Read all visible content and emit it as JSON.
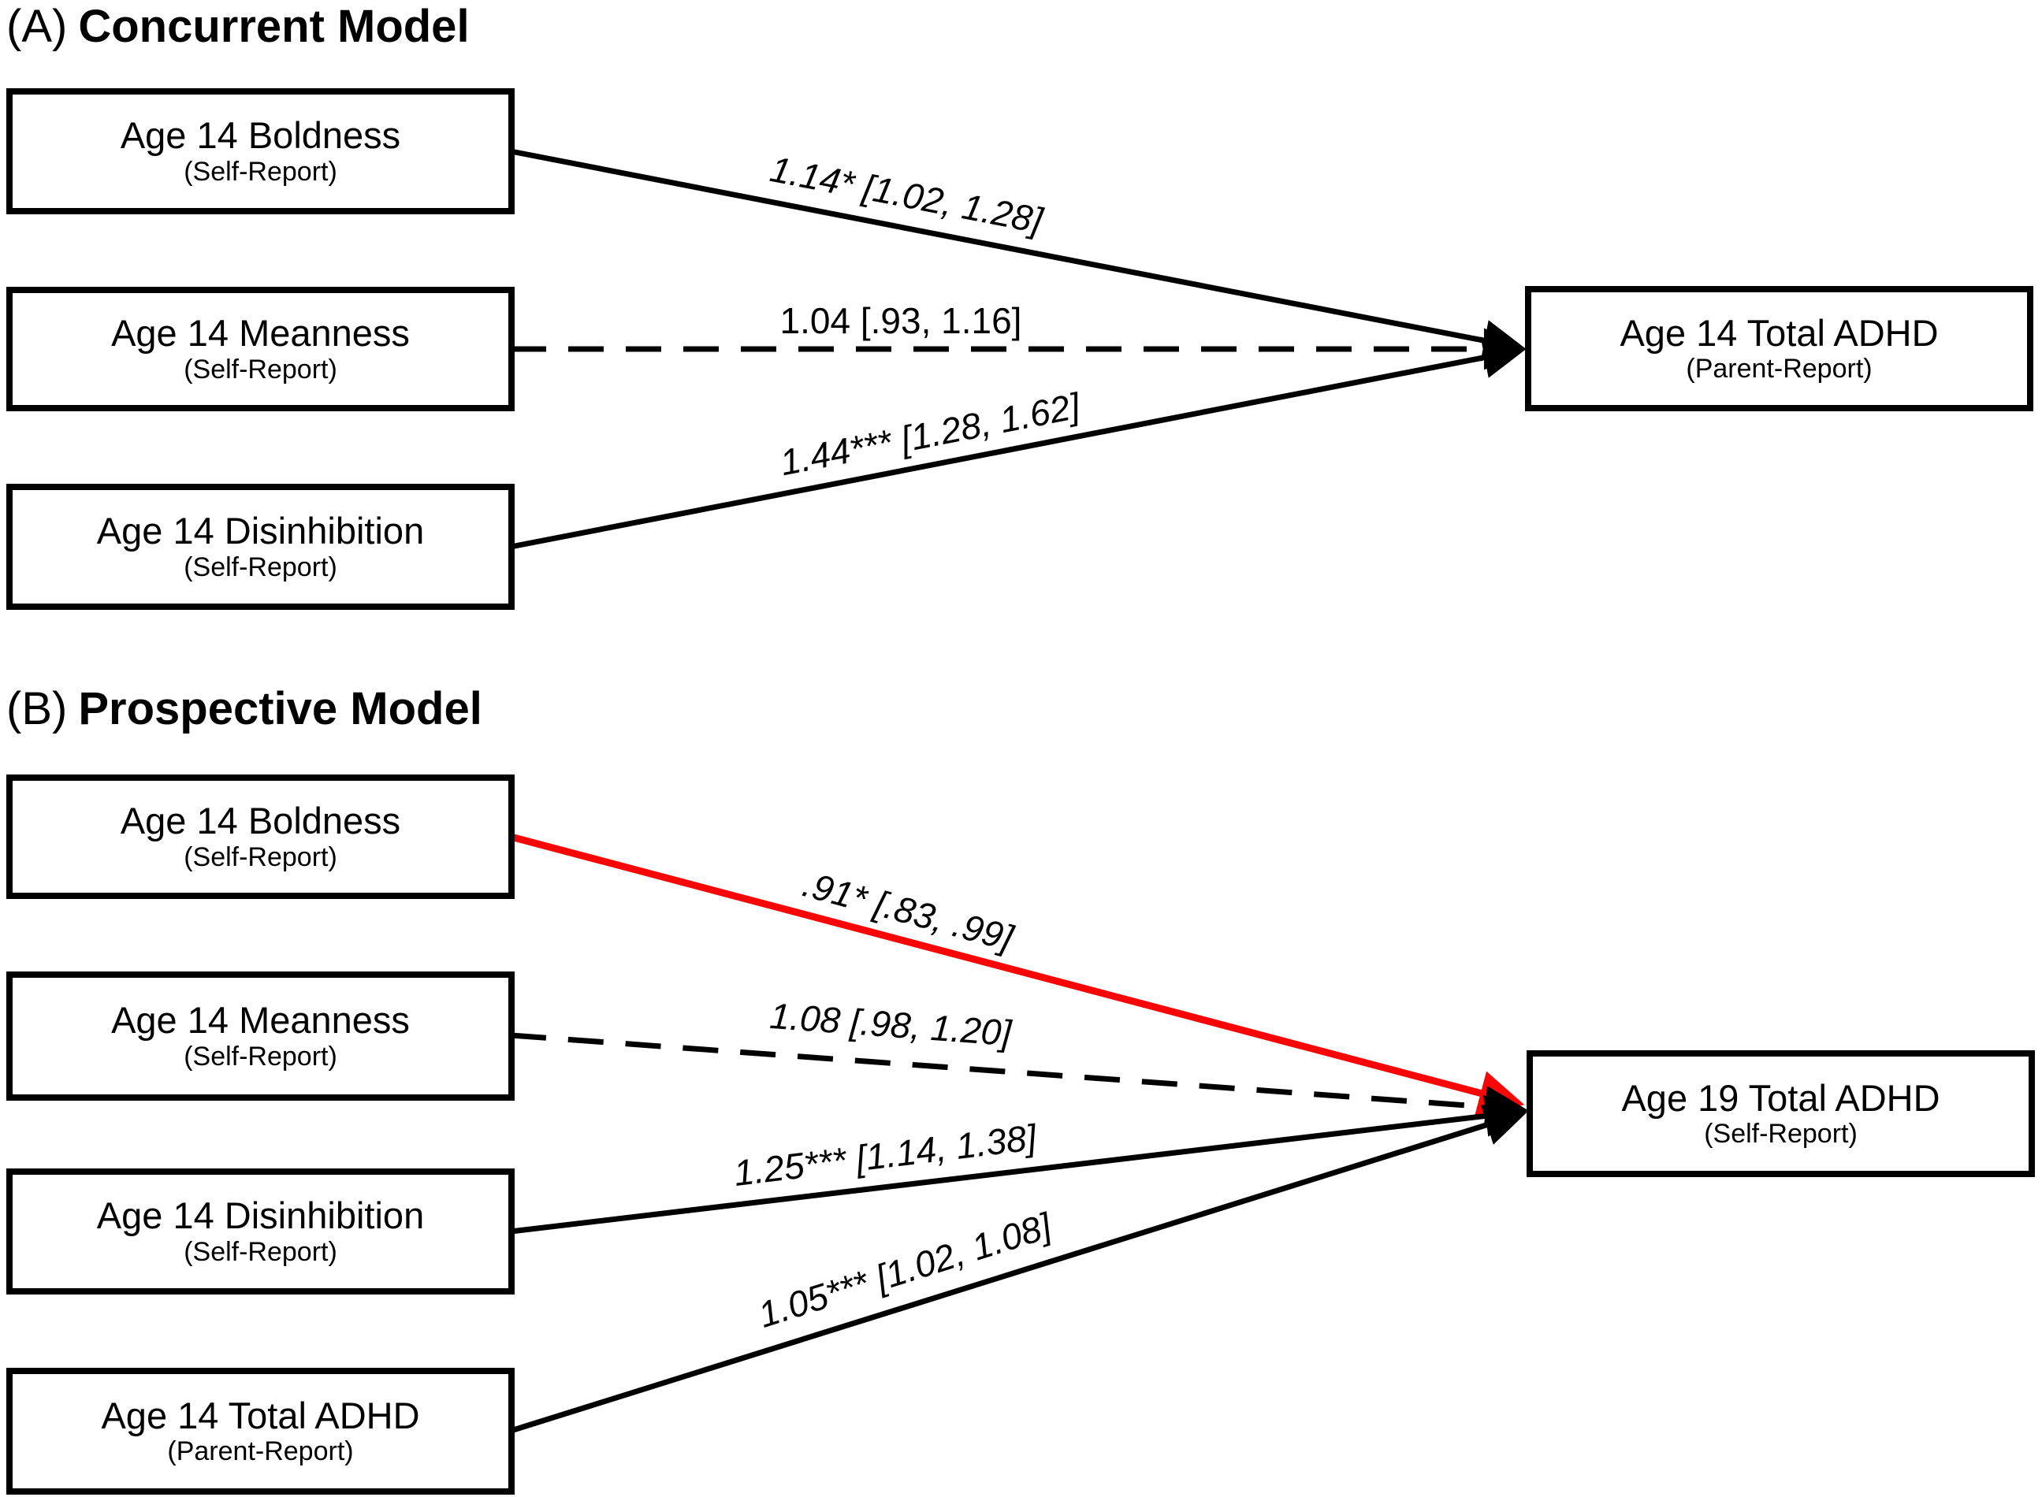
{
  "colors": {
    "black": "#000000",
    "red": "#FA0505",
    "background": "#FFFFFF",
    "box_border": "#000000"
  },
  "panels": [
    {
      "tag": "(A)",
      "title": "Concurrent Model",
      "predictors": [
        {
          "title": "Age 14 Boldness",
          "subtitle": "(Self-Report)"
        },
        {
          "title": "Age 14 Meanness",
          "subtitle": "(Self-Report)"
        },
        {
          "title": "Age 14 Disinhibition",
          "subtitle": "(Self-Report)"
        }
      ],
      "outcome": {
        "title": "Age 14 Total ADHD",
        "subtitle": "(Parent-Report)"
      },
      "paths": [
        {
          "from": "Age 14 Boldness",
          "to": "Age 14 Total ADHD",
          "estimate": "1.14* [1.02, 1.28]",
          "line": "solid",
          "color": "black",
          "significant": true
        },
        {
          "from": "Age 14 Meanness",
          "to": "Age 14 Total ADHD",
          "estimate": "1.04 [.93, 1.16]",
          "line": "dashed",
          "color": "black",
          "significant": false
        },
        {
          "from": "Age 14 Disinhibition",
          "to": "Age 14 Total ADHD",
          "estimate": "1.44*** [1.28, 1.62]",
          "line": "solid",
          "color": "black",
          "significant": true
        }
      ]
    },
    {
      "tag": "(B)",
      "title": "Prospective Model",
      "predictors": [
        {
          "title": "Age 14 Boldness",
          "subtitle": "(Self-Report)"
        },
        {
          "title": "Age 14 Meanness",
          "subtitle": "(Self-Report)"
        },
        {
          "title": "Age 14 Disinhibition",
          "subtitle": "(Self-Report)"
        },
        {
          "title": "Age 14 Total ADHD",
          "subtitle": "(Parent-Report)"
        }
      ],
      "outcome": {
        "title": "Age 19 Total ADHD",
        "subtitle": "(Self-Report)"
      },
      "paths": [
        {
          "from": "Age 14 Boldness",
          "to": "Age 19 Total ADHD",
          "estimate": ".91* [.83, .99]",
          "line": "solid",
          "color": "red",
          "significant": true
        },
        {
          "from": "Age 14 Meanness",
          "to": "Age 19 Total ADHD",
          "estimate": "1.08 [.98, 1.20]",
          "line": "dashed",
          "color": "black",
          "significant": false
        },
        {
          "from": "Age 14 Disinhibition",
          "to": "Age 19 Total ADHD",
          "estimate": "1.25*** [1.14, 1.38]",
          "line": "solid",
          "color": "black",
          "significant": true
        },
        {
          "from": "Age 14 Total ADHD",
          "to": "Age 19 Total ADHD",
          "estimate": "1.05*** [1.02, 1.08]",
          "line": "solid",
          "color": "black",
          "significant": true
        }
      ]
    }
  ]
}
